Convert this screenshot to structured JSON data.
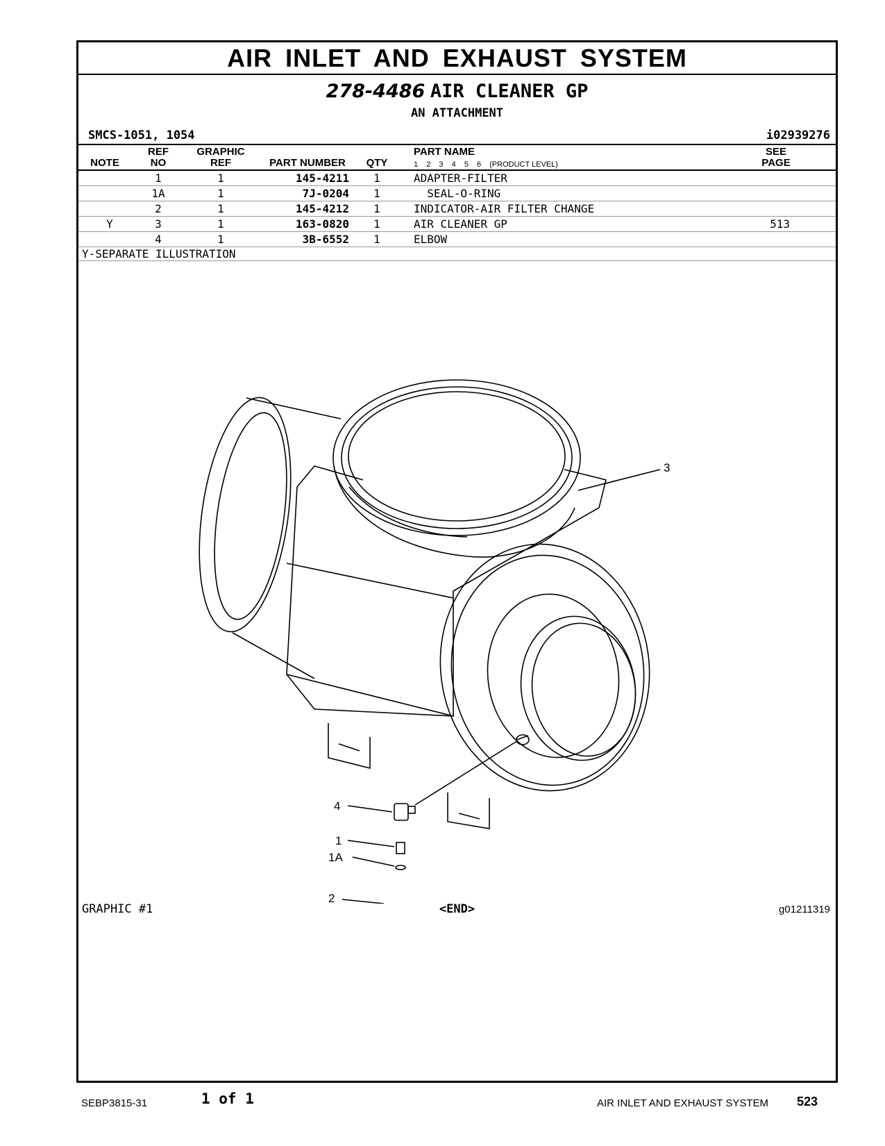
{
  "section_title": "AIR INLET AND EXHAUST SYSTEM",
  "group": {
    "part_number": "278-4486",
    "name": "AIR CLEANER GP",
    "subtitle": "AN ATTACHMENT"
  },
  "smcs": "SMCS-1051, 1054",
  "doc_id": "i02939276",
  "table": {
    "headers": {
      "note": "NOTE",
      "ref_top": "REF",
      "ref_bottom": "NO",
      "graphic_top": "GRAPHIC",
      "graphic_bottom": "REF",
      "part_number": "PART NUMBER",
      "qty": "QTY",
      "part_name": "PART NAME",
      "levels": [
        "1",
        "2",
        "3",
        "4",
        "5",
        "6"
      ],
      "levels_label": "(PRODUCT LEVEL)",
      "see_top": "SEE",
      "see_bottom": "PAGE"
    },
    "rows": [
      {
        "note": "",
        "ref": "1",
        "graphic": "1",
        "part_number": "145-4211",
        "qty": "1",
        "name": "ADAPTER-FILTER",
        "see": ""
      },
      {
        "note": "",
        "ref": "1A",
        "graphic": "1",
        "part_number": "7J-0204",
        "qty": "1",
        "name": "  SEAL-O-RING",
        "see": ""
      },
      {
        "note": "",
        "ref": "2",
        "graphic": "1",
        "part_number": "145-4212",
        "qty": "1",
        "name": "INDICATOR-AIR FILTER CHANGE",
        "see": ""
      },
      {
        "note": "Y",
        "ref": "3",
        "graphic": "1",
        "part_number": "163-0820",
        "qty": "1",
        "name": "AIR CLEANER GP",
        "see": "513"
      },
      {
        "note": "",
        "ref": "4",
        "graphic": "1",
        "part_number": "3B-6552",
        "qty": "1",
        "name": "ELBOW",
        "see": ""
      }
    ],
    "footnote": "Y-SEPARATE ILLUSTRATION"
  },
  "illustration": {
    "callouts": [
      "3",
      "4",
      "1",
      "1A",
      "2"
    ],
    "graphic_label": "GRAPHIC #1",
    "end_label": "<END>",
    "graphic_id": "g01211319"
  },
  "footer": {
    "doc_number": "SEBP3815-31",
    "page_of": "1 of 1",
    "system": "AIR INLET AND EXHAUST SYSTEM",
    "page_number": "523"
  }
}
